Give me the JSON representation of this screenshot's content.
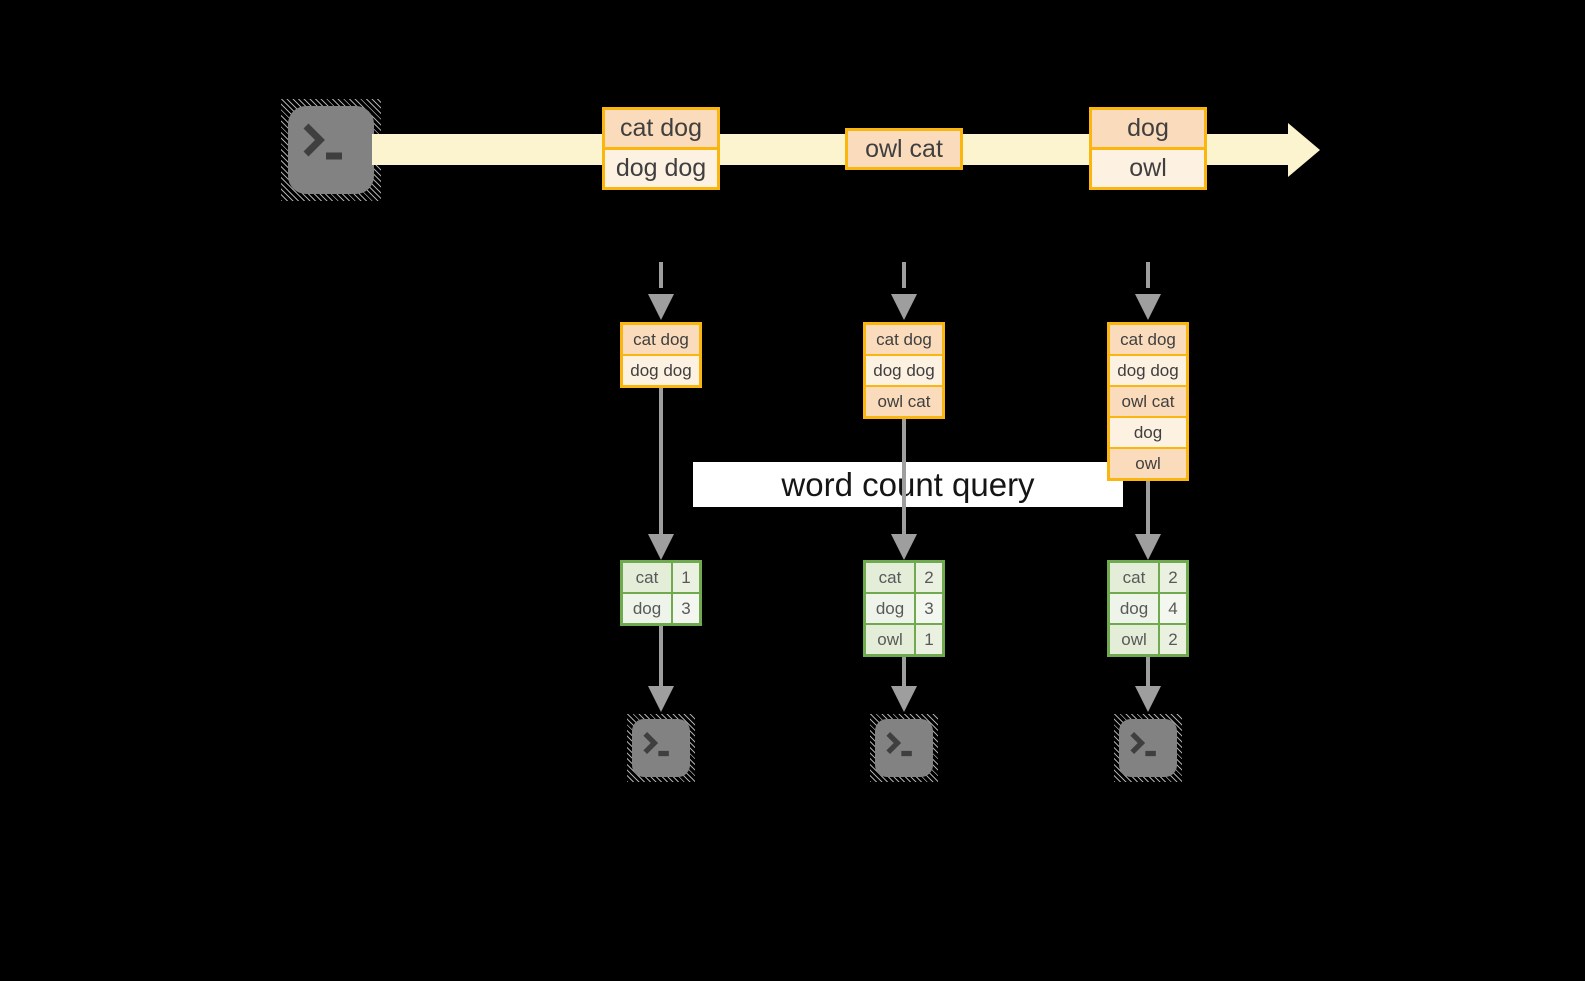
{
  "title": "streaming word count query diagram",
  "query_label": "word count query",
  "colors": {
    "background": "#000000",
    "stream_fill": "#fcf3cf",
    "orange_border": "#fbb50f",
    "cell_peach": "#fadcbc",
    "cell_cream": "#fdf1e2",
    "green_border": "#6faa4e",
    "arrow_gray": "#9e9e9e",
    "terminal_gray": "#828282"
  },
  "icons": {
    "source": "terminal-icon",
    "sink1": "terminal-icon",
    "sink2": "terminal-icon",
    "sink3": "terminal-icon"
  },
  "stream": {
    "batches": [
      {
        "items": [
          "cat dog",
          "dog dog"
        ]
      },
      {
        "items": [
          "owl cat"
        ]
      },
      {
        "items": [
          "dog",
          "owl"
        ]
      }
    ]
  },
  "columns": [
    {
      "state": [
        "cat dog",
        "dog dog"
      ],
      "counts": [
        [
          "cat",
          "1"
        ],
        [
          "dog",
          "3"
        ]
      ]
    },
    {
      "state": [
        "cat dog",
        "dog dog",
        "owl cat"
      ],
      "counts": [
        [
          "cat",
          "2"
        ],
        [
          "dog",
          "3"
        ],
        [
          "owl",
          "1"
        ]
      ]
    },
    {
      "state": [
        "cat dog",
        "dog dog",
        "owl cat",
        "dog",
        "owl"
      ],
      "counts": [
        [
          "cat",
          "2"
        ],
        [
          "dog",
          "4"
        ],
        [
          "owl",
          "2"
        ]
      ]
    }
  ]
}
